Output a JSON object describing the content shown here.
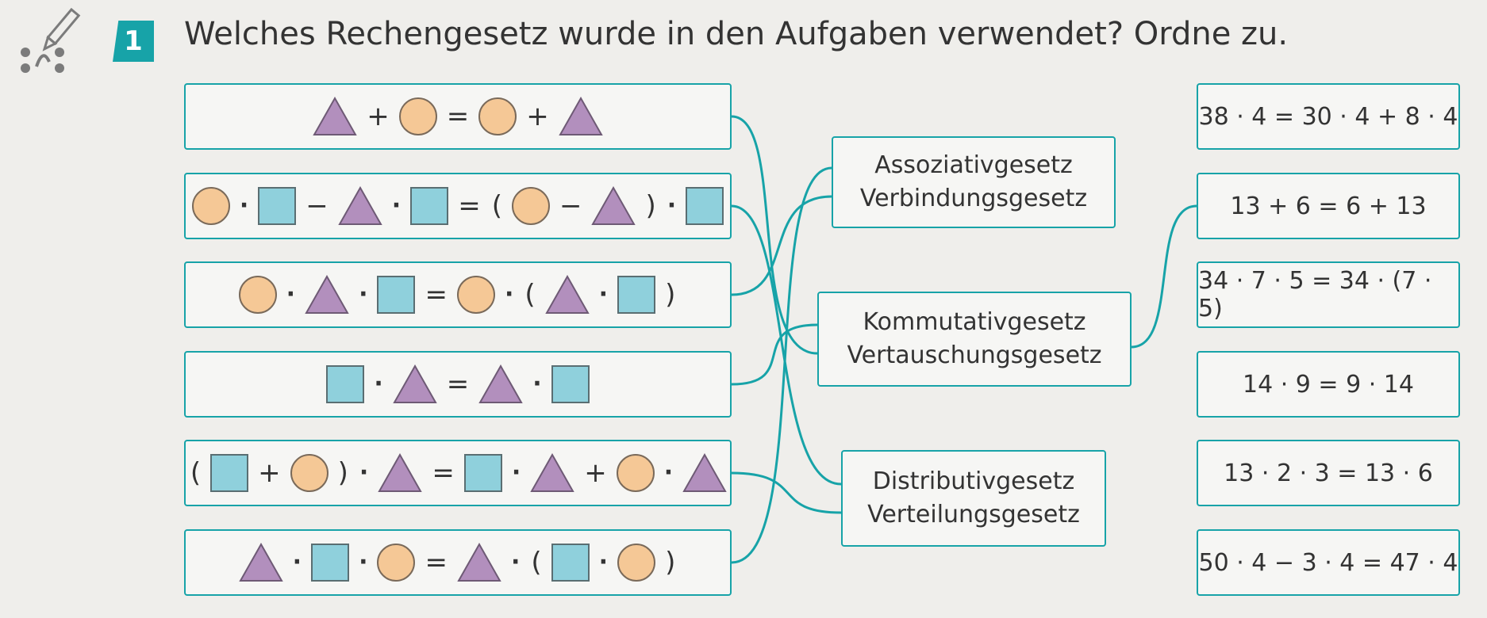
{
  "exercise": {
    "number": "1",
    "instruction": "Welches Rechengesetz wurde in den Aufgaben verwendet? Ordne zu.",
    "icon": "pencil-dots-icon"
  },
  "colors": {
    "accent": "#17a3a8",
    "triangle": "#b28fbd",
    "circle": "#f5c896",
    "square": "#8fd0dc"
  },
  "symbol_rows": [
    [
      "triangle",
      "+",
      "circle",
      "=",
      "circle",
      "+",
      "triangle"
    ],
    [
      "circle",
      "·",
      "square",
      "−",
      "triangle",
      "·",
      "square",
      "=",
      "(",
      "circle",
      "−",
      "triangle",
      ")",
      "·",
      "square"
    ],
    [
      "circle",
      "·",
      "triangle",
      "·",
      "square",
      "=",
      "circle",
      "·",
      "(",
      "triangle",
      "·",
      "square",
      ")"
    ],
    [
      "square",
      "·",
      "triangle",
      "=",
      "triangle",
      "·",
      "square"
    ],
    [
      "(",
      "square",
      "+",
      "circle",
      ")",
      "·",
      "triangle",
      "=",
      "square",
      "·",
      "triangle",
      "+",
      "circle",
      "·",
      "triangle"
    ],
    [
      "triangle",
      "·",
      "square",
      "·",
      "circle",
      "=",
      "triangle",
      "·",
      "(",
      "square",
      "·",
      "circle",
      ")"
    ]
  ],
  "laws": [
    {
      "line1": "Assoziativgesetz",
      "line2": "Verbindungsgesetz"
    },
    {
      "line1": "Kommutativgesetz",
      "line2": "Vertauschungsgesetz"
    },
    {
      "line1": "Distributivgesetz",
      "line2": "Verteilungsgesetz"
    }
  ],
  "equations": [
    "38 · 4 = 30 · 4 + 8 · 4",
    "13 + 6 = 6 + 13",
    "34 · 7 · 5 = 34 · (7 · 5)",
    "14 · 9 = 9 · 14",
    "13 · 2 · 3 = 13 · 6",
    "50 · 4 − 3 · 4 = 47 · 4"
  ],
  "connections": [
    {
      "symbol_row": 1,
      "law": 2
    },
    {
      "symbol_row": 2,
      "law": 3
    },
    {
      "symbol_row": 3,
      "law": 1
    },
    {
      "symbol_row": 4,
      "law": 2
    },
    {
      "symbol_row": 5,
      "law": 3
    },
    {
      "symbol_row": 6,
      "law": 1
    },
    {
      "law": 2,
      "equation": 2
    }
  ]
}
